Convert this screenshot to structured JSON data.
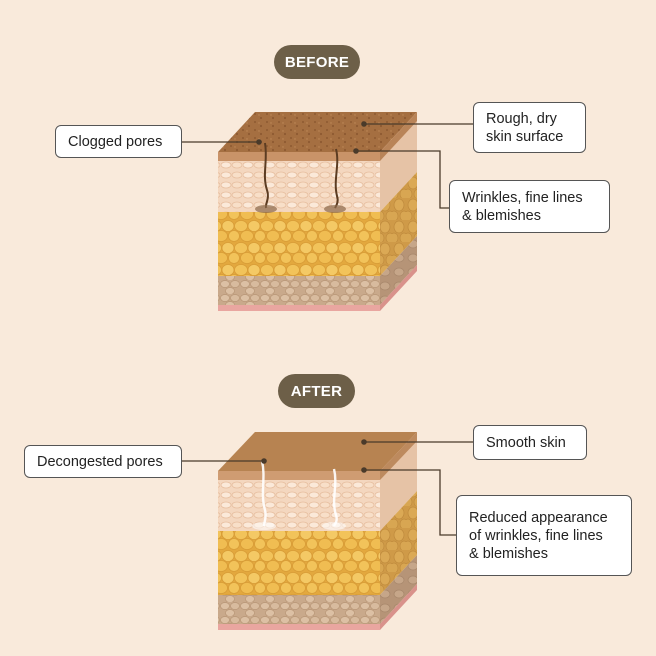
{
  "before": {
    "title": "BEFORE",
    "labels": {
      "clogged": "Clogged pores",
      "rough_line1": "Rough, dry",
      "rough_line2": "skin surface",
      "wrinkles_line1": "Wrinkles, fine lines",
      "wrinkles_line2": "& blemishes"
    }
  },
  "after": {
    "title": "AFTER",
    "labels": {
      "decongested": "Decongested pores",
      "smooth": "Smooth skin",
      "reduced_line1": "Reduced appearance",
      "reduced_line2": "of wrinkles, fine lines",
      "reduced_line3": "& blemishes"
    }
  },
  "colors": {
    "background": "#f9eadb",
    "pill": "#6d5f48",
    "surface_before": "#a06c3e",
    "surface_after": "#b07c4c",
    "epidermis": "#f3d5bc",
    "fat": "#efbb4f",
    "base": "#d6b79a",
    "bottom_edge": "#e9a6a0"
  }
}
